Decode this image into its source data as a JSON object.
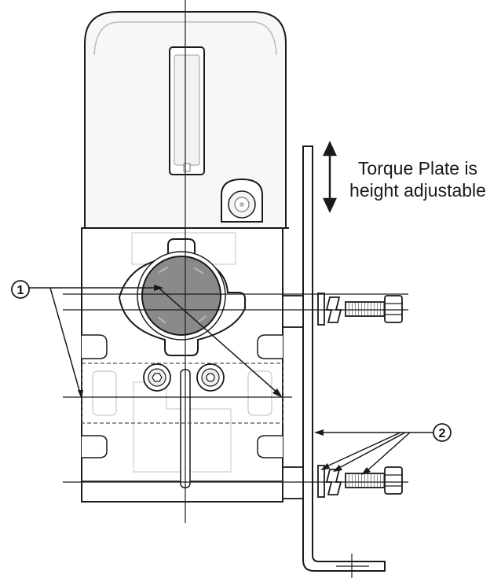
{
  "annotation": {
    "line1": "Torque Plate is",
    "line2": "height adjustable"
  },
  "callouts": {
    "one": "1",
    "two": "2"
  },
  "colors": {
    "line": "#1a1a1a",
    "shading": "#8a8a8a",
    "housing_fill": "#f7f7f7"
  }
}
